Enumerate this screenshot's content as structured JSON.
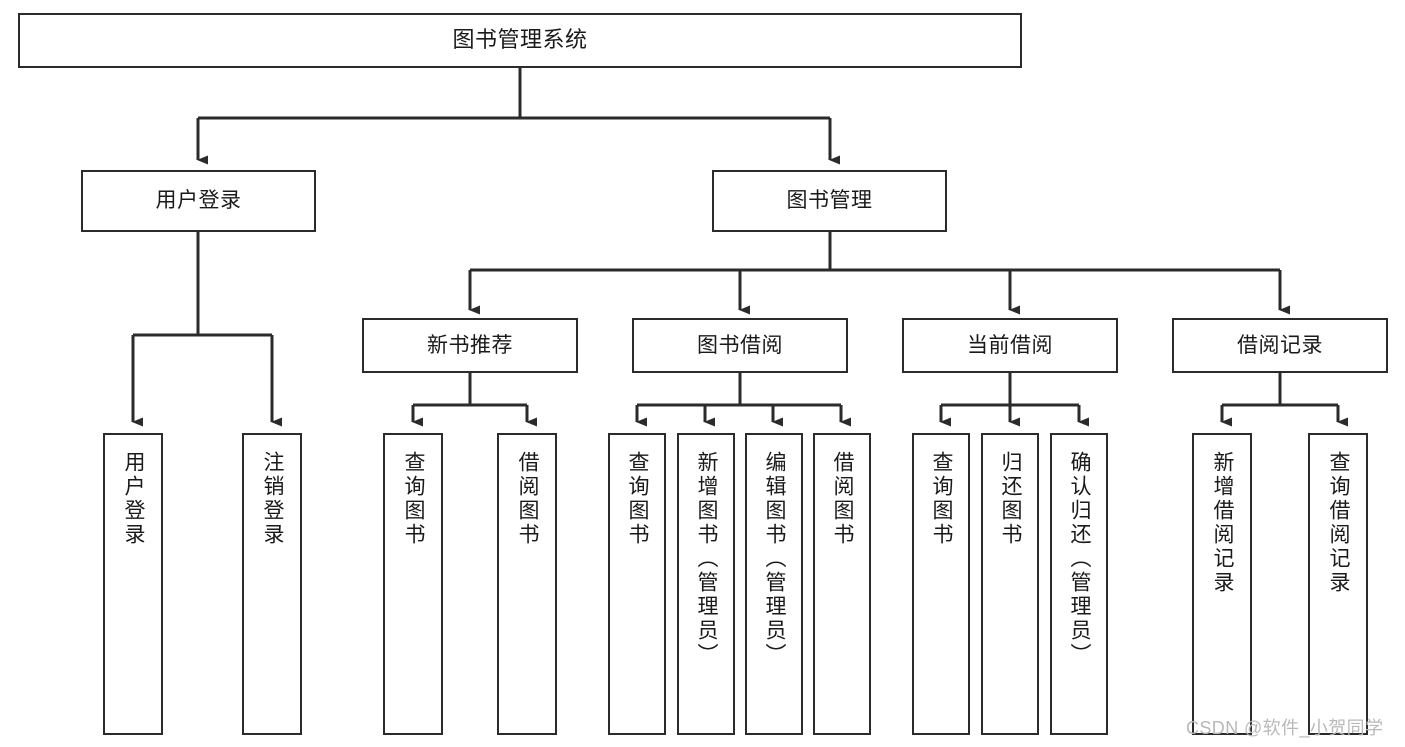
{
  "diagram": {
    "title": "图书管理系统",
    "type": "tree-hierarchy-chart",
    "orientation": "top-down",
    "colors": {
      "box_border": "#2b2b2b",
      "box_fill": "#ffffff",
      "edge": "#2b2b2b",
      "text": "#1a1a1a",
      "watermark": "#b9b9b9",
      "background": "#ffffff"
    },
    "root": {
      "label": "图书管理系统"
    },
    "level1": [
      {
        "label": "用户登录"
      },
      {
        "label": "图书管理"
      }
    ],
    "level2": [
      {
        "label": "新书推荐"
      },
      {
        "label": "图书借阅"
      },
      {
        "label": "当前借阅"
      },
      {
        "label": "借阅记录"
      }
    ],
    "leaves": {
      "user_login": [
        {
          "label": "用户登录"
        },
        {
          "label": "注销登录"
        }
      ],
      "new_book_recommend": [
        {
          "label": "查询图书"
        },
        {
          "label": "借阅图书"
        }
      ],
      "book_borrow": [
        {
          "label": "查询图书"
        },
        {
          "label": "新增图书（管理员）"
        },
        {
          "label": "编辑图书（管理员）"
        },
        {
          "label": "借阅图书"
        }
      ],
      "current_borrow": [
        {
          "label": "查询图书"
        },
        {
          "label": "归还图书"
        },
        {
          "label": "确认归还（管理员）"
        }
      ],
      "borrow_record": [
        {
          "label": "新增借阅记录"
        },
        {
          "label": "查询借阅记录"
        }
      ]
    },
    "watermark": "CSDN @软件_小贺同学"
  }
}
